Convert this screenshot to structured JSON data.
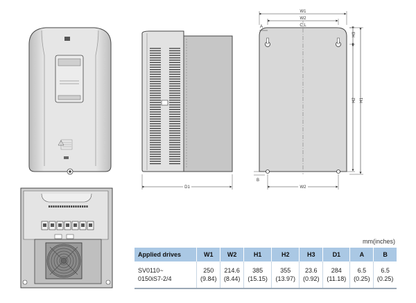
{
  "dimension_labels": {
    "w1": "W1",
    "w2_top": "W2",
    "cl": "C.L",
    "a": "A",
    "h3": "H3",
    "h2": "H2",
    "h1": "H1",
    "b": "B",
    "w2_bottom": "W2",
    "d1": "D1"
  },
  "units": "mm(inches)",
  "table": {
    "headers": [
      "Applied drives",
      "W1",
      "W2",
      "H1",
      "H2",
      "H3",
      "D1",
      "A",
      "B"
    ],
    "rows": [
      {
        "drive_line1": "SV0110~",
        "drive_line2": "0150iS7-2/4",
        "values": [
          {
            "mm": "250",
            "in": "(9.84)"
          },
          {
            "mm": "214.6",
            "in": "(8.44)"
          },
          {
            "mm": "385",
            "in": "(15.15)"
          },
          {
            "mm": "355",
            "in": "(13.97)"
          },
          {
            "mm": "23.6",
            "in": "(0.92)"
          },
          {
            "mm": "284",
            "in": "(11.18)"
          },
          {
            "mm": "6.5",
            "in": "(0.25)"
          },
          {
            "mm": "6.5",
            "in": "(0.25)"
          }
        ]
      }
    ]
  },
  "colors": {
    "header_bg": "#aac8e4",
    "body_gray": "#d8d8d8",
    "line": "#444444"
  }
}
